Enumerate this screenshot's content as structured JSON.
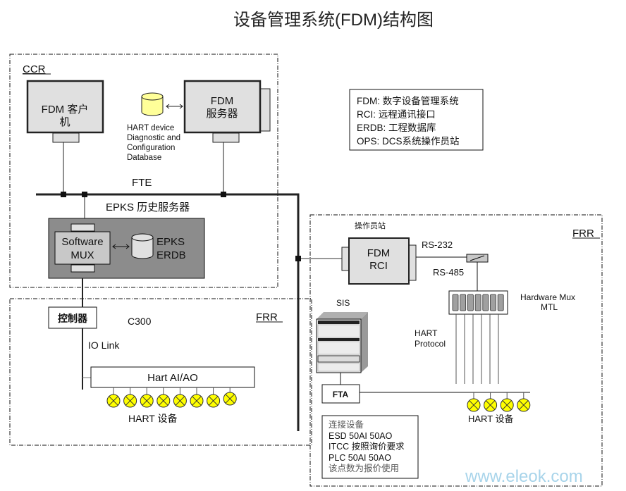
{
  "title": "设备管理系统(FDM)结构图",
  "zones": {
    "ccr": "CCR",
    "frr_left": "FRR",
    "frr_right": "FRR"
  },
  "ccr": {
    "fdm_client": [
      "FDM 客户",
      "机"
    ],
    "fdm_server": [
      "FDM",
      "服务器"
    ],
    "hart_db_label": [
      "HART device",
      "Diagnostic and",
      "Configuration",
      "Database"
    ],
    "fte_label": "FTE",
    "epks_history_label": "EPKS 历史服务器",
    "software_mux": [
      "Software",
      "MUX"
    ],
    "epks_erdb": [
      "EPKS",
      "ERDB"
    ]
  },
  "legend": [
    "FDM: 数字设备管理系统",
    "RCI: 远程通讯接口",
    "ERDB: 工程数据库",
    "OPS: DCS系统操作员站"
  ],
  "frr_left": {
    "controller": "控制器",
    "c300": "C300",
    "io_link": "IO Link",
    "hart_aio": "Hart  AI/AO",
    "hart_devices_label": "HART 设备",
    "hart_device_count": 8
  },
  "frr_right": {
    "ops_station": "操作员站",
    "fdm_rci": [
      "FDM",
      "RCI"
    ],
    "rs232": "RS-232",
    "rs485": "RS-485",
    "hw_mux": [
      "Hardware Mux",
      "MTL"
    ],
    "hart_protocol": [
      "HART",
      "Protocol"
    ],
    "sis": "SIS",
    "fta": "FTA",
    "hart_devices_label": "HART 设备",
    "hart_device_count": 4,
    "mux_channel_count": 7,
    "notes": [
      "连接设备",
      "ESD  50AI  50AO",
      "ITCC  按照询价要求",
      "PLC  50AI 50AO",
      "该点数为报价使用"
    ]
  },
  "watermark": "www.eleok.com",
  "colors": {
    "device_fill": "#ffff00",
    "db_fill": "#ffff99",
    "box_fill": "#e0e0e0",
    "history_fill": "#8c8c8c",
    "watermark": "#a8d4ea"
  }
}
